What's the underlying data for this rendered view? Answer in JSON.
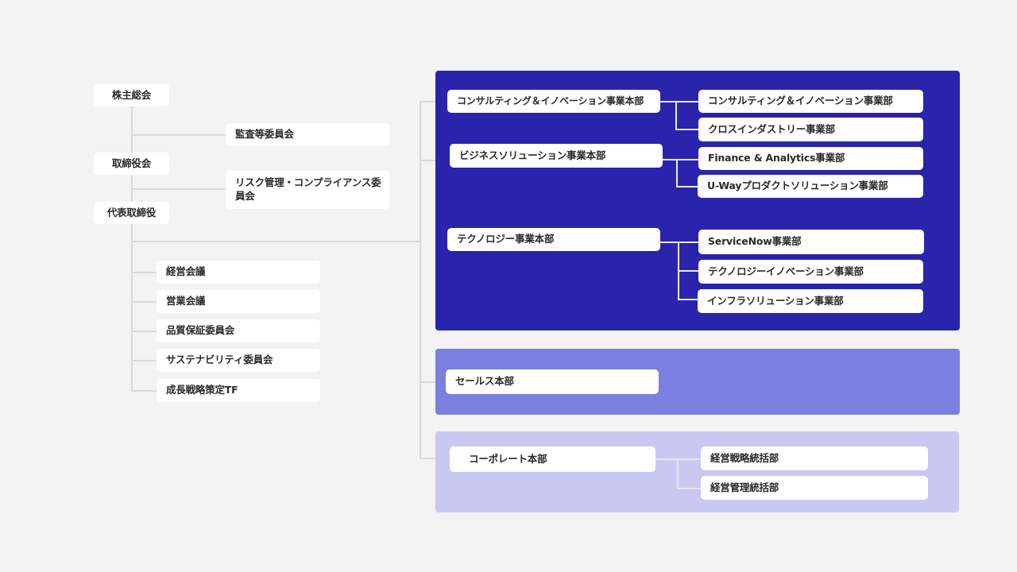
{
  "governance": {
    "shareholders_meeting": "株主総会",
    "audit_committee": "監査等委員会",
    "board_of_directors": "取締役会",
    "risk_compliance_committee": "リスク管理・コンプライアンス委員会",
    "representative_director": "代表取締役"
  },
  "meetings": [
    {
      "label": "経営会議"
    },
    {
      "label": "営業会議"
    },
    {
      "label": "品質保証委員会"
    },
    {
      "label": "サステナビリティ委員会"
    },
    {
      "label": "成長戦略策定TF"
    }
  ],
  "panels": {
    "business": {
      "color": "#2a23ab",
      "headquarters": [
        {
          "label": "コンサルティング＆イノベーション事業本部",
          "divisions": [
            "コンサルティング＆イノベーション事業部",
            "クロスインダストリー事業部"
          ]
        },
        {
          "label": "ビジネスソリューション事業本部",
          "divisions": [
            "Finance & Analytics事業部",
            "U-Wayプロダクトソリューション事業部"
          ]
        },
        {
          "label": "テクノロジー事業本部",
          "divisions": [
            "ServiceNow事業部",
            "テクノロジーイノベーション事業部",
            "インフラソリューション事業部"
          ]
        }
      ]
    },
    "sales": {
      "color": "#7b7fdf",
      "headquarters": [
        {
          "label": "セールス本部",
          "divisions": []
        }
      ]
    },
    "corporate": {
      "color": "#c9c8f1",
      "headquarters": [
        {
          "label": "コーポレート本部",
          "divisions": [
            "経営戦略統括部",
            "経営管理統括部"
          ]
        }
      ]
    }
  }
}
